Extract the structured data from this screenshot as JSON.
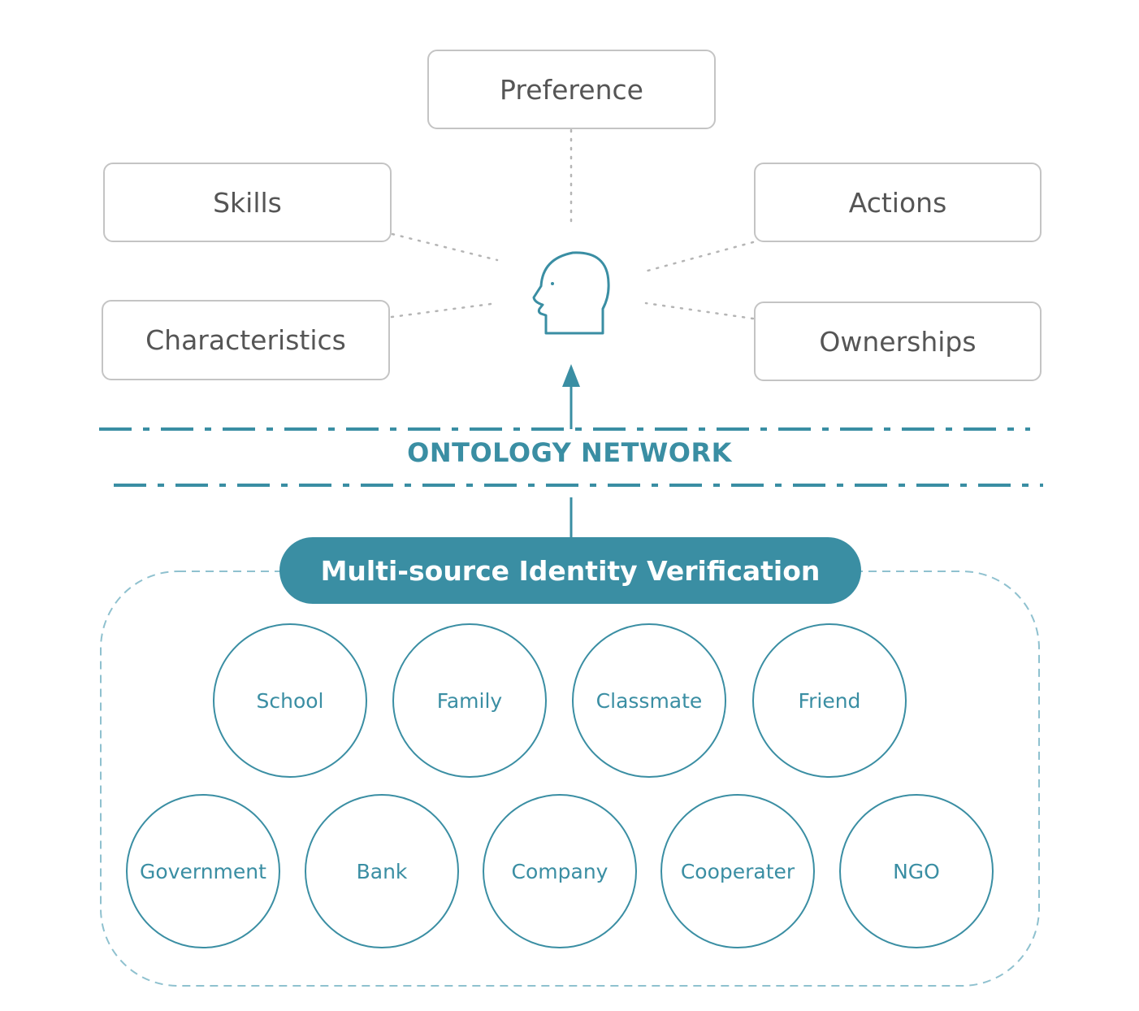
{
  "attributes": {
    "preference": "Preference",
    "skills": "Skills",
    "actions": "Actions",
    "characteristics": "Characteristics",
    "ownerships": "Ownerships"
  },
  "layer_label": "ONTOLOGY NETWORK",
  "verification_label": "Multi-source Identity Verification",
  "sources_row1": [
    "School",
    "Family",
    "Classmate",
    "Friend"
  ],
  "sources_row2": [
    "Government",
    "Bank",
    "Company",
    "Cooperater",
    "NGO"
  ],
  "colors": {
    "accent": "#3a8ea3",
    "box_border": "#c4c4c4",
    "box_text": "#555555"
  },
  "icons": {
    "person": "person-head-icon"
  }
}
